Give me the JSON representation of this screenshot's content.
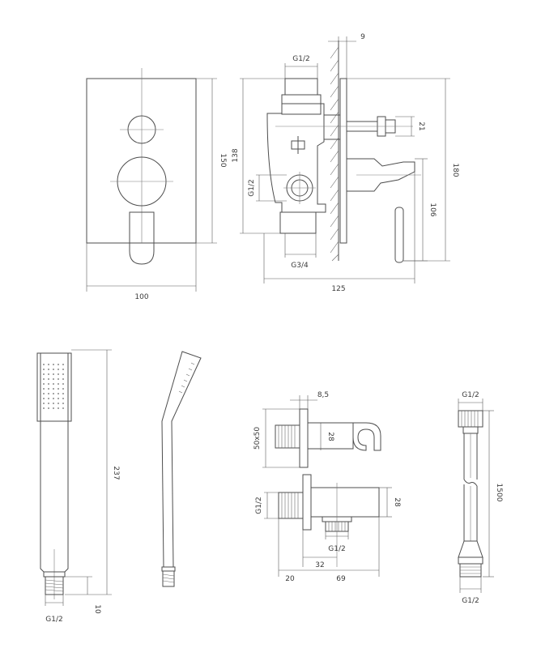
{
  "dimensions": {
    "front_width": "100",
    "front_height": "150",
    "side_depth": "125",
    "side_height_total": "180",
    "side_height_body": "138",
    "wall_gap": "9",
    "diverter_height": "21",
    "lever_height": "106",
    "side_inlet_top": "G1/2",
    "side_inlet_mid": "G1/2",
    "side_outlet_bottom": "G3/4",
    "handshower_length": "237",
    "handshower_thread": "G1/2",
    "handshower_thread_len": "10",
    "bracket_plate": "50x50",
    "bracket_plate_thickness": "8,5",
    "bracket_height_top": "28",
    "elbow_inlet": "G1/2",
    "elbow_height": "28",
    "elbow_outlet": "G1/2",
    "elbow_span": "32",
    "elbow_depth_a": "20",
    "elbow_depth_b": "69",
    "hose_thread_top": "G1/2",
    "hose_length": "1500",
    "hose_thread_bottom": "G1/2"
  }
}
